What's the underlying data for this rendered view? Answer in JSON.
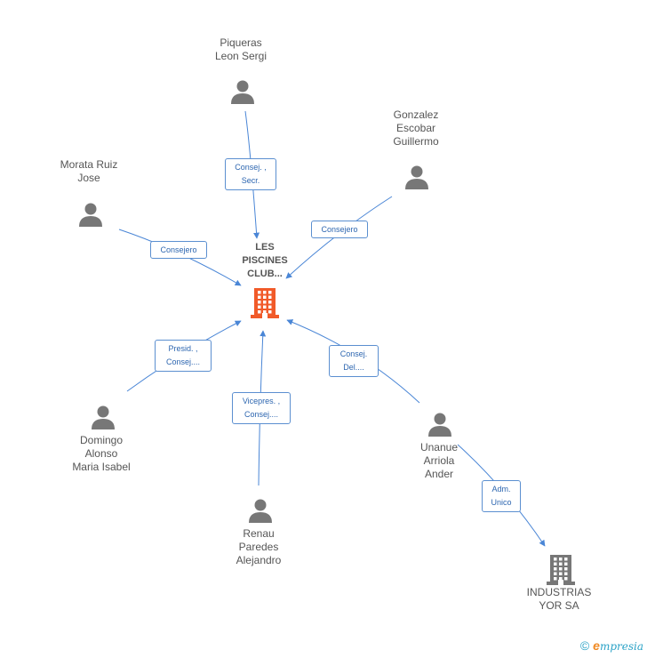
{
  "center": {
    "label": "LES\nPISCINES\nCLUB...",
    "icon": "building-icon",
    "color": "#f15a29"
  },
  "persons": [
    {
      "id": "piqueras",
      "label": "Piqueras\nLeon Sergi",
      "icon": "person-icon"
    },
    {
      "id": "gonzalez",
      "label": "Gonzalez\nEscobar\nGuillermo",
      "icon": "person-icon"
    },
    {
      "id": "morata",
      "label": "Morata Ruiz\nJose",
      "icon": "person-icon"
    },
    {
      "id": "domingo",
      "label": "Domingo\nAlonso\nMaria Isabel",
      "icon": "person-icon"
    },
    {
      "id": "renau",
      "label": "Renau\nParedes\nAlejandro",
      "icon": "person-icon"
    },
    {
      "id": "unanue",
      "label": "Unanue\nArriola\nAnder",
      "icon": "person-icon"
    }
  ],
  "companies": [
    {
      "id": "industrias",
      "label": "INDUSTRIAS\nYOR SA",
      "icon": "building-icon",
      "color": "#777777"
    }
  ],
  "edges": [
    {
      "from": "piqueras",
      "to": "center",
      "label": "Consej. ,\nSecr."
    },
    {
      "from": "gonzalez",
      "to": "center",
      "label": "Consejero"
    },
    {
      "from": "morata",
      "to": "center",
      "label": "Consejero"
    },
    {
      "from": "domingo",
      "to": "center",
      "label": "Presid. ,\nConsej...."
    },
    {
      "from": "renau",
      "to": "center",
      "label": "Vicepres. ,\nConsej...."
    },
    {
      "from": "unanue",
      "to": "center",
      "label": "Consej.\nDel...."
    },
    {
      "from": "unanue",
      "to": "industrias",
      "label": "Adm.\nUnico"
    }
  ],
  "colors": {
    "edge": "#4a86d6",
    "person": "#777777",
    "label_border": "#5b8fd0"
  },
  "footer": {
    "copyright": "©",
    "brand_e": "e",
    "brand_rest": "mpresia"
  }
}
